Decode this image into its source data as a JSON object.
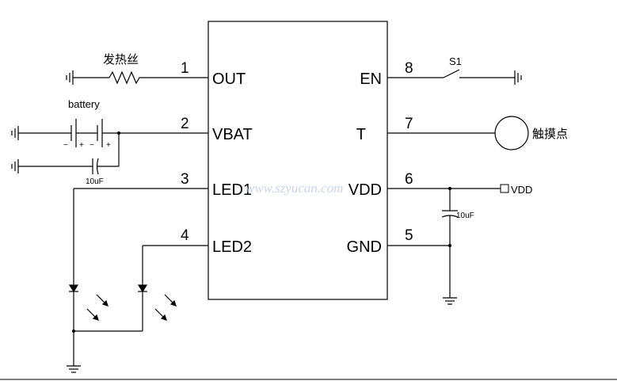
{
  "ic": {
    "pins_left": [
      {
        "num": "1",
        "name": "OUT"
      },
      {
        "num": "2",
        "name": "VBAT"
      },
      {
        "num": "3",
        "name": "LED1"
      },
      {
        "num": "4",
        "name": "LED2"
      }
    ],
    "pins_right": [
      {
        "num": "8",
        "name": "EN"
      },
      {
        "num": "7",
        "name": "T"
      },
      {
        "num": "6",
        "name": "VDD"
      },
      {
        "num": "5",
        "name": "GND"
      }
    ]
  },
  "components": {
    "heater_label": "发热丝",
    "battery_label": "battery",
    "battery_signs": [
      "−",
      "+",
      "−",
      "+"
    ],
    "cap_left_label": "10uF",
    "cap_right_label": "10uF",
    "switch_label": "S1",
    "touch_label": "触摸点",
    "vdd_net_label": "VDD"
  },
  "watermark": "www.szyucan.com"
}
